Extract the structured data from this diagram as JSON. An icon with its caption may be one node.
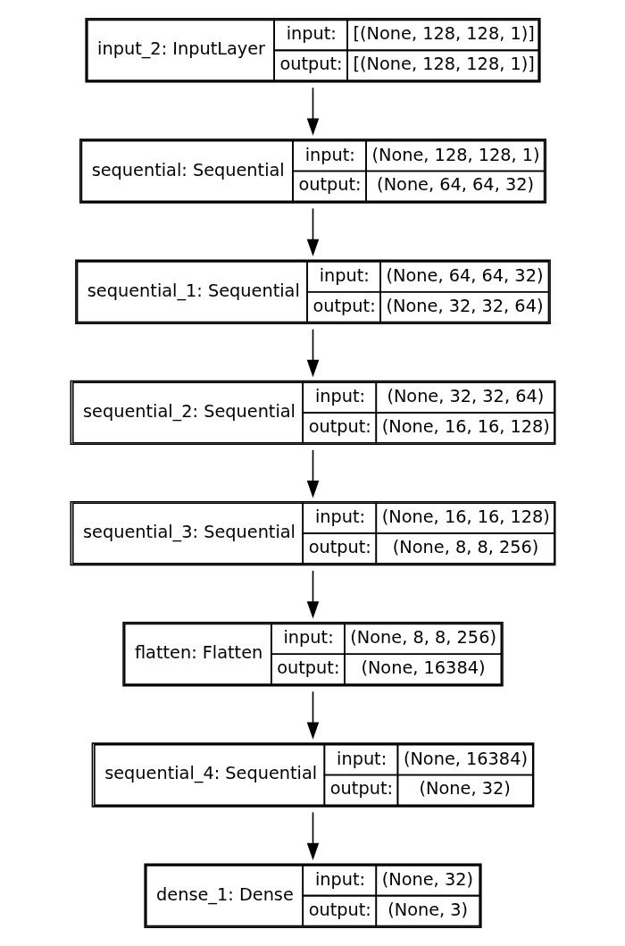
{
  "diagram": {
    "nodes": [
      {
        "text": [
          "input_2: InputLayer",
          "input:",
          "[(None, 128, 128, 1)]",
          "output:",
          "[(None, 128, 128, 1)]"
        ]
      },
      {
        "text": [
          "sequential: Sequential",
          "input:",
          "(None, 128, 128, 1)",
          "output:",
          "(None, 64, 64, 32)"
        ]
      },
      {
        "text": [
          "sequential_1: Sequential",
          "input:",
          "(None, 64, 64, 32)",
          "output:",
          "(None, 32, 32, 64)"
        ]
      },
      {
        "text": [
          "sequential_2: Sequential",
          "input:",
          "(None, 32, 32, 64)",
          "output:",
          "(None, 16, 16, 128)"
        ]
      },
      {
        "text": [
          "sequential_3: Sequential",
          "input:",
          "(None, 16, 16, 128)",
          "output:",
          "(None, 8, 8, 256)"
        ]
      },
      {
        "text": [
          "flatten: Flatten",
          "input:",
          "(None, 8, 8, 256)",
          "output:",
          "(None, 16384)"
        ]
      },
      {
        "text": [
          "sequential_4: Sequential",
          "input:",
          "(None, 16384)",
          "output:",
          "(None, 32)"
        ]
      },
      {
        "text": [
          "dense_1: Dense",
          "input:",
          "(None, 32)",
          "output:",
          "(None, 3)"
        ]
      }
    ],
    "edges": [
      {
        "from": 0,
        "to": 1,
        "arrow": "to"
      },
      {
        "from": 1,
        "to": 2,
        "arrow": "to"
      },
      {
        "from": 2,
        "to": 3,
        "arrow": "to"
      },
      {
        "from": 3,
        "to": 4,
        "arrow": "to"
      },
      {
        "from": 4,
        "to": 5,
        "arrow": "to"
      },
      {
        "from": 5,
        "to": 6,
        "arrow": "to"
      },
      {
        "from": 6,
        "to": 7,
        "arrow": "to"
      }
    ]
  }
}
